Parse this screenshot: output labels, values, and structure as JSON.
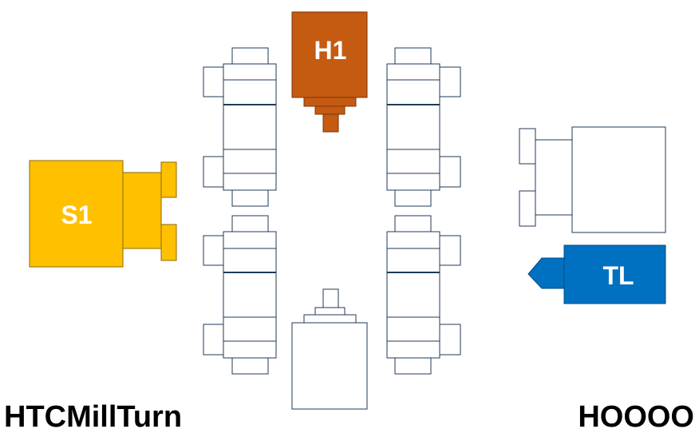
{
  "captions": {
    "left": "HTCMillTurn",
    "right": "HOOOO"
  },
  "components": {
    "h1": {
      "label": "H1",
      "color": "#c55a11"
    },
    "s1": {
      "label": "S1",
      "color": "#ffc000"
    },
    "tl": {
      "label": "TL",
      "color": "#0070c0"
    }
  }
}
